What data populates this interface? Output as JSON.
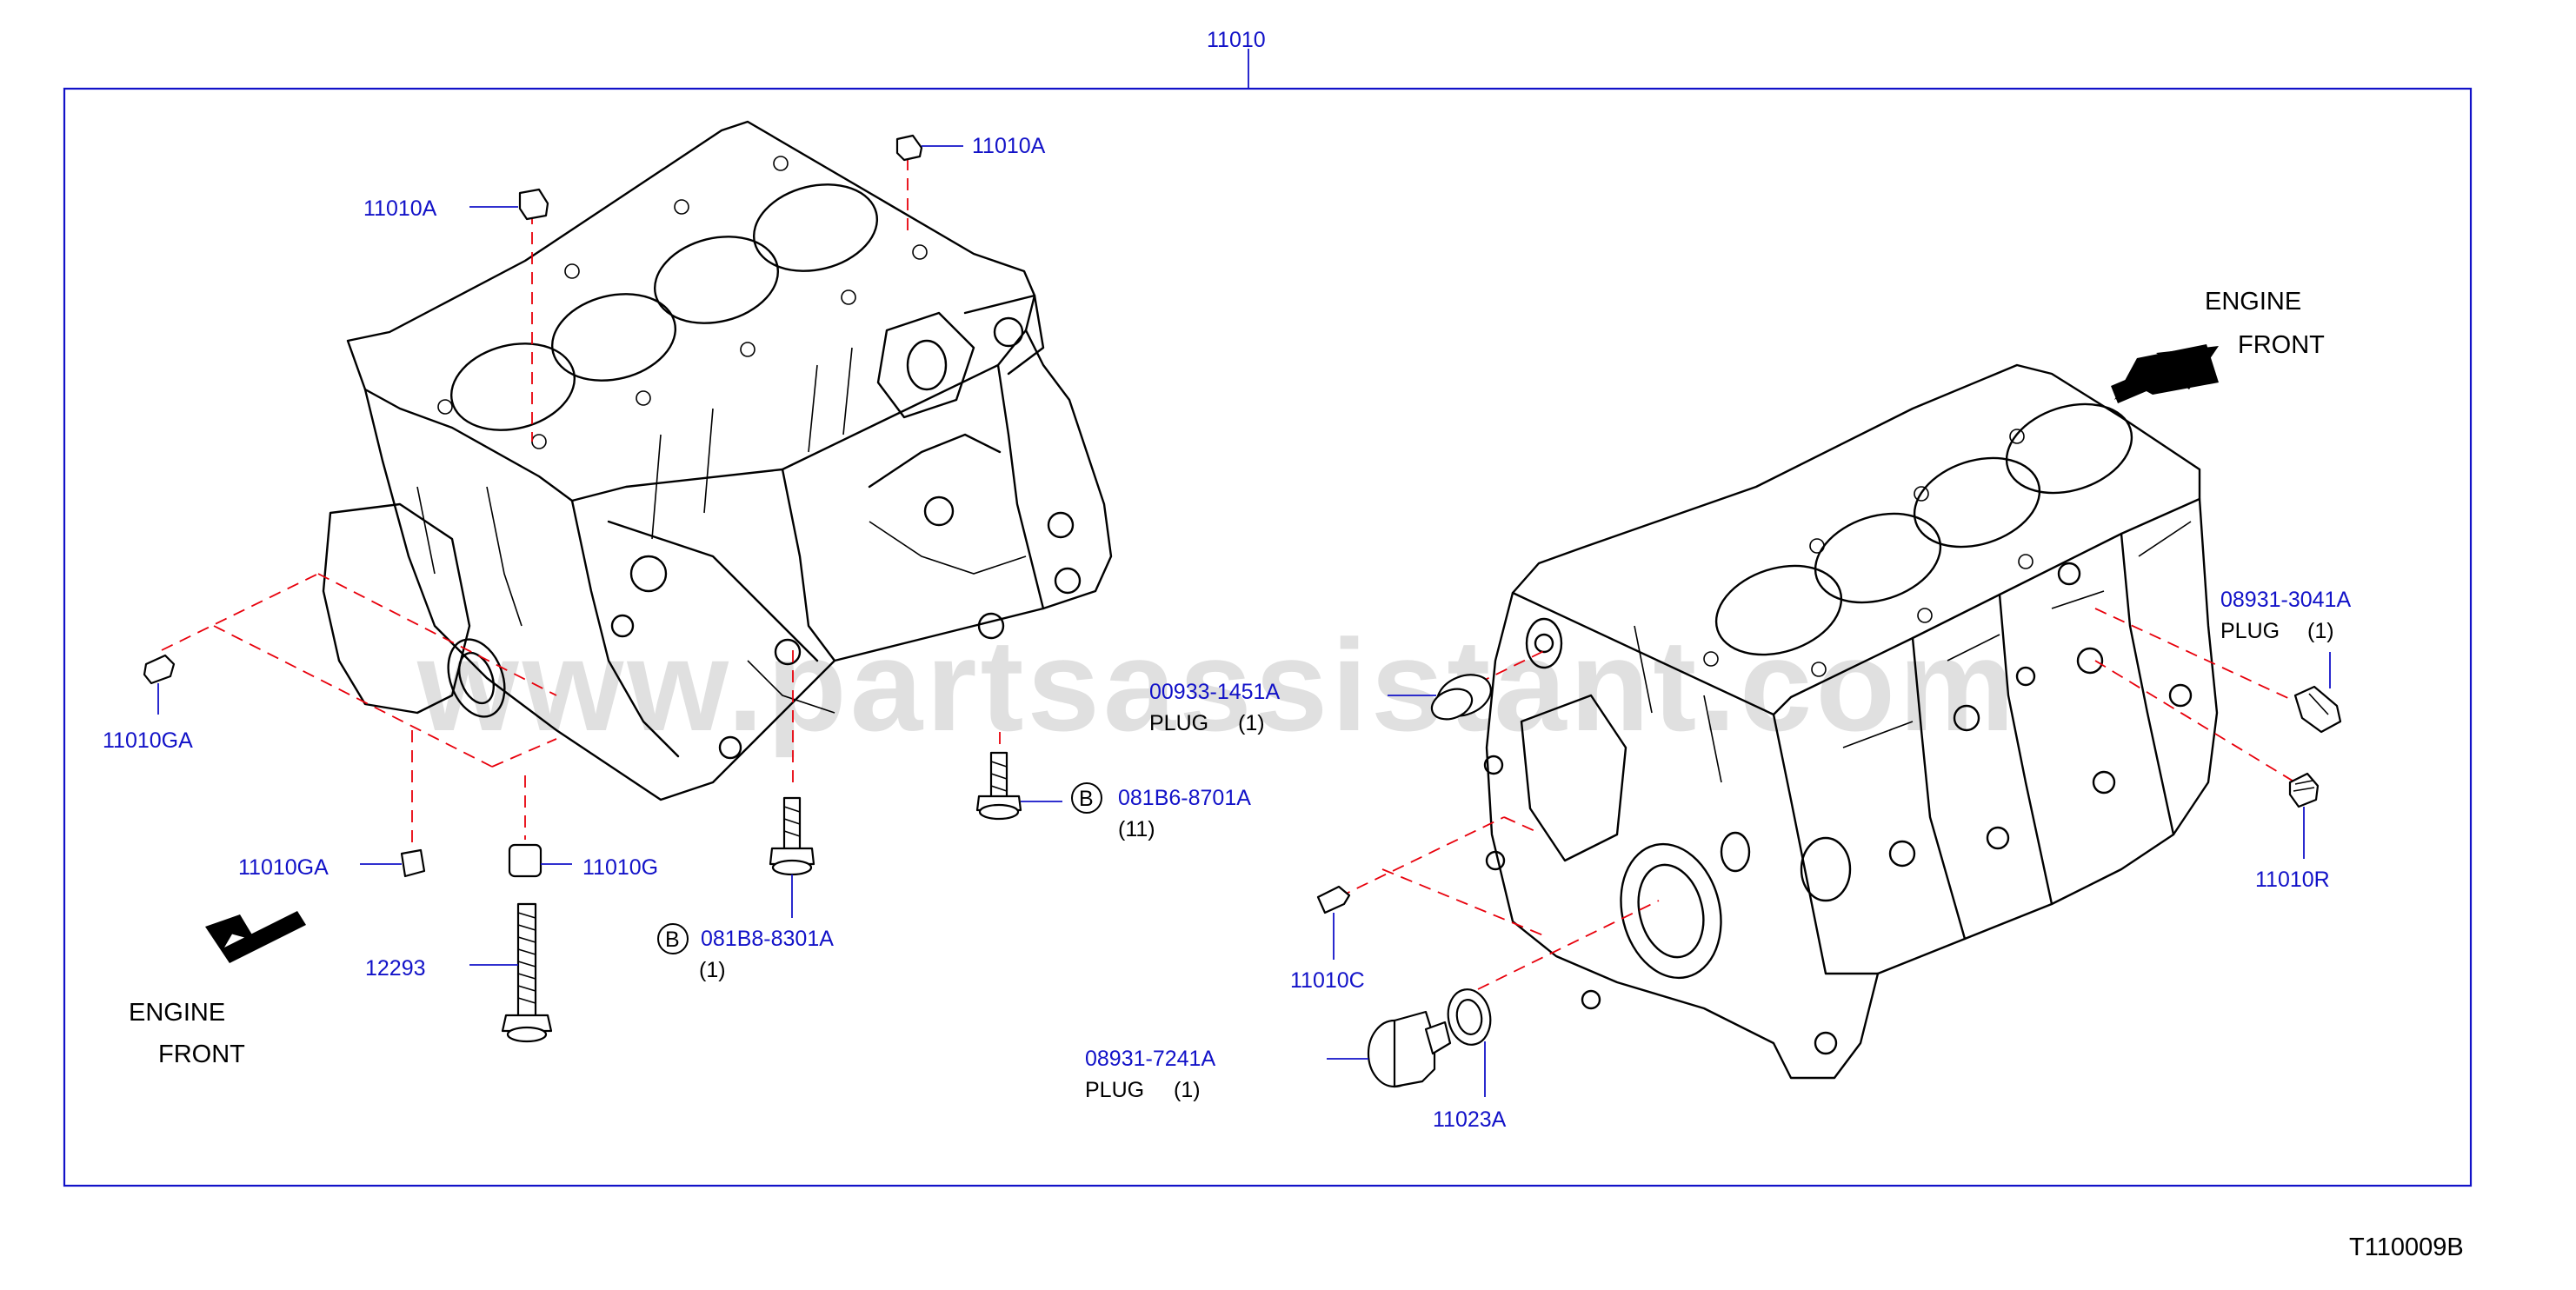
{
  "diagram": {
    "top_label": "11010",
    "diagram_code": "T110009B",
    "watermark": "www.partsassistant.com",
    "left_front": {
      "line1": "ENGINE",
      "line2": "FRONT"
    },
    "right_front": {
      "line1": "ENGINE",
      "line2": "FRONT"
    },
    "callouts": {
      "c11010a_top": "11010A",
      "c11010a_left": "11010A",
      "c11010ga_left": "11010GA",
      "c11010ga_bottom": "11010GA",
      "c11010g": "11010G",
      "c12293": "12293",
      "c081b8": {
        "badge": "B",
        "code": "081B8-8301A",
        "qty": "(1)"
      },
      "c081b6": {
        "badge": "B",
        "code": "081B6-8701A",
        "qty": "(11)"
      },
      "c00933": {
        "code": "00933-1451A",
        "desc": "PLUG",
        "qty": "(1)"
      },
      "c08931_3041": {
        "code": "08931-3041A",
        "desc": "PLUG",
        "qty": "(1)"
      },
      "c11010r": "11010R",
      "c11010c": "11010C",
      "c08931_7241": {
        "code": "08931-7241A",
        "desc": "PLUG",
        "qty": "(1)"
      },
      "c11023a": "11023A"
    },
    "colors": {
      "callout": "#1212c8",
      "guide_line": "#e8000b",
      "frame": "#1212c8"
    }
  }
}
